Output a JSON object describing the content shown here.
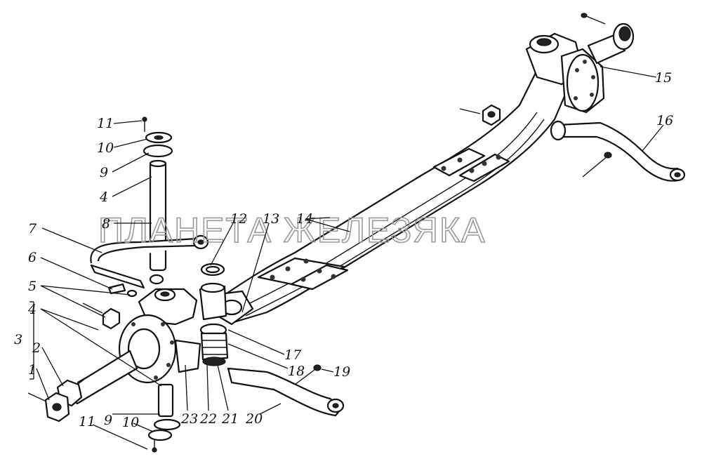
{
  "watermark": "ПЛАНЕТА ЖЕЛЕЗЯКА",
  "callouts": [
    {
      "id": "11a",
      "text": "11"
    },
    {
      "id": "10a",
      "text": "10"
    },
    {
      "id": "9a",
      "text": "9"
    },
    {
      "id": "4a",
      "text": "4"
    },
    {
      "id": "8",
      "text": "8"
    },
    {
      "id": "7",
      "text": "7"
    },
    {
      "id": "6",
      "text": "6"
    },
    {
      "id": "5",
      "text": "5"
    },
    {
      "id": "4b",
      "text": "4"
    },
    {
      "id": "3",
      "text": "3"
    },
    {
      "id": "2",
      "text": "2"
    },
    {
      "id": "1",
      "text": "1"
    },
    {
      "id": "12",
      "text": "12"
    },
    {
      "id": "13",
      "text": "13"
    },
    {
      "id": "14",
      "text": "14"
    },
    {
      "id": "15",
      "text": "15"
    },
    {
      "id": "16",
      "text": "16"
    },
    {
      "id": "17",
      "text": "17"
    },
    {
      "id": "18",
      "text": "18"
    },
    {
      "id": "19",
      "text": "19"
    },
    {
      "id": "20",
      "text": "20"
    },
    {
      "id": "21",
      "text": "21"
    },
    {
      "id": "22",
      "text": "22"
    },
    {
      "id": "23",
      "text": "23"
    },
    {
      "id": "9b",
      "text": "9"
    },
    {
      "id": "10b",
      "text": "10"
    },
    {
      "id": "11b",
      "text": "11"
    }
  ]
}
